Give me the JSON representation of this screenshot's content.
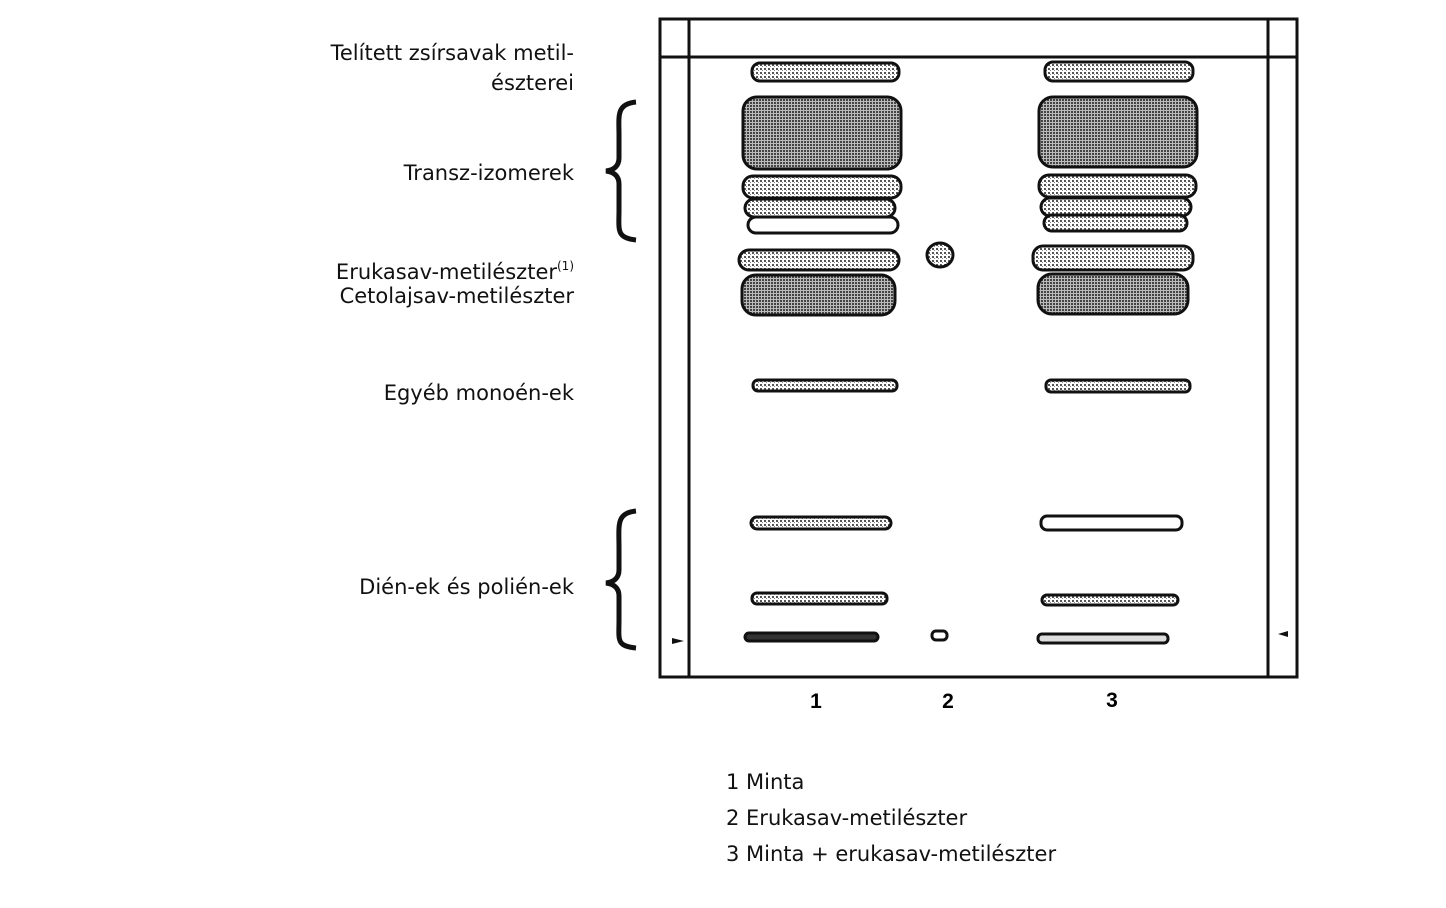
{
  "labels": {
    "saturated_1": "Telített zsírsavak metil-",
    "saturated_2": "észterei",
    "trans": "Transz-izomerek",
    "erucic": "Erukasav-metilészter",
    "erucic_note": "(1)",
    "cetoleic": "Cetolajsav-metilészter",
    "monoenes": "Egyéb monoén-ek",
    "dienes": "Dién-ek és polién-ek"
  },
  "lanes": [
    "1",
    "2",
    "3"
  ],
  "legend": [
    "1 Minta",
    "2 Erukasav-metilészter",
    "3 Minta + erukasav-metilészter"
  ]
}
